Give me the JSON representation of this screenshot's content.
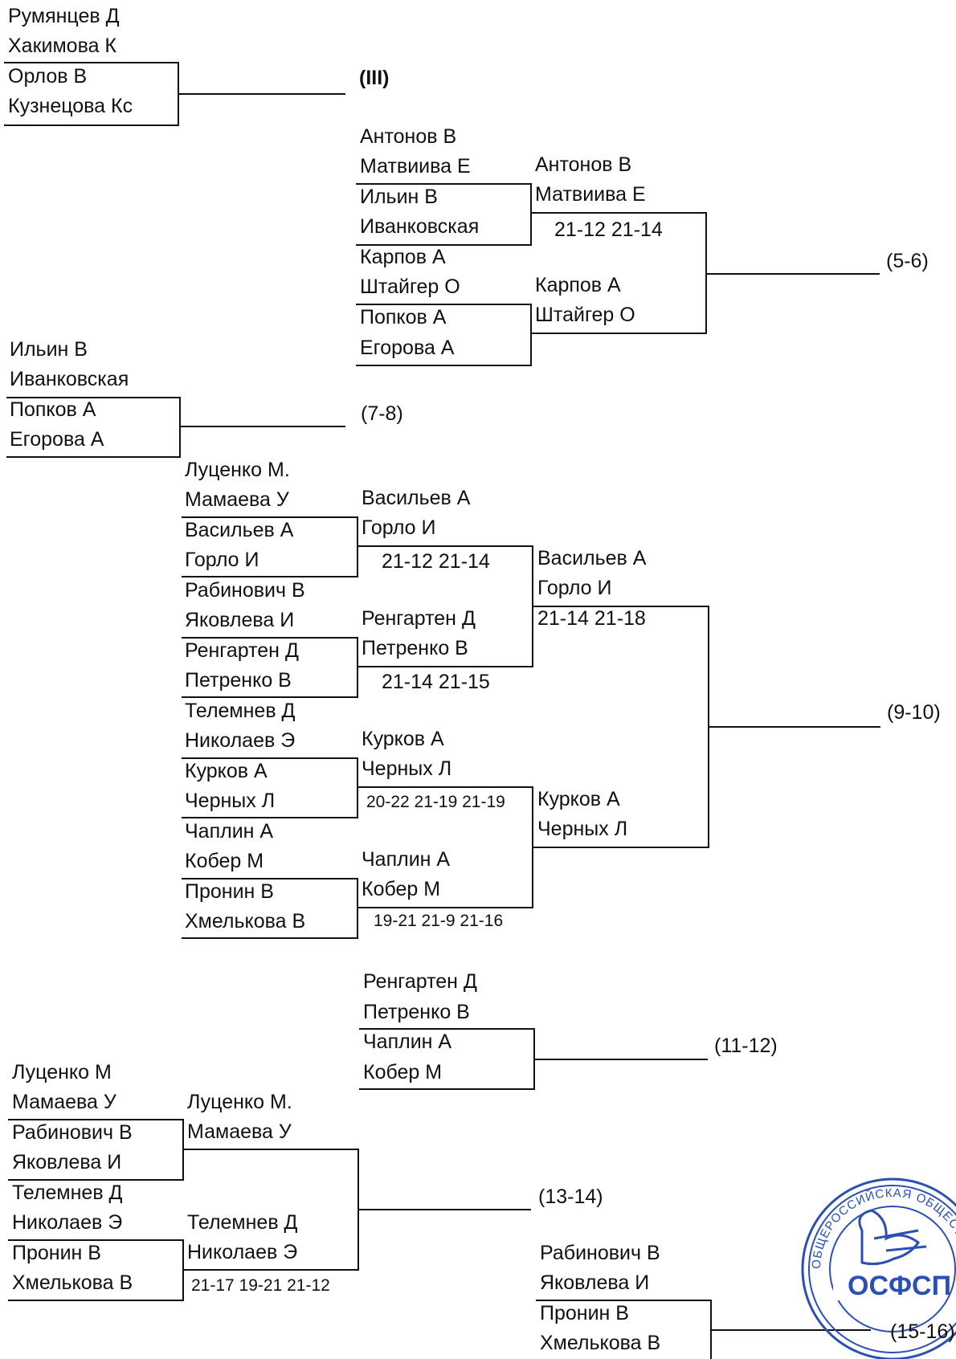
{
  "sec1": {
    "p1": [
      "Румянцев Д",
      "Хакимова К"
    ],
    "p2": [
      "Орлов В",
      "Кузнецова Кс"
    ],
    "result": "(III)"
  },
  "sec2": {
    "e1": [
      "Антонов В",
      "Матвиива Е"
    ],
    "e2": [
      "Ильин В",
      "Иванковская"
    ],
    "e3": [
      "Карпов А",
      "Штайгер О"
    ],
    "e4": [
      "Попков А",
      "Егорова А"
    ],
    "w1": [
      "Антонов В",
      "Матвиива Е"
    ],
    "w1_score": "21-12 21-14",
    "w2": [
      "Карпов А",
      "Штайгер О"
    ],
    "result": "(5-6)"
  },
  "sec3": {
    "p1": [
      "Ильин В",
      "Иванковская"
    ],
    "p2": [
      "Попков А",
      "Егорова А"
    ],
    "result": "(7-8)"
  },
  "sec4": {
    "e1": [
      "Луценко М.",
      "Мамаева У"
    ],
    "e2": [
      "Васильев А",
      "Горло И"
    ],
    "e3": [
      "Рабинович В",
      "Яковлева И"
    ],
    "e4": [
      "Ренгартен Д",
      "Петренко В"
    ],
    "e5": [
      "Телемнев Д",
      "Николаев Э"
    ],
    "e6": [
      "Курков А",
      "Черных Л"
    ],
    "e7": [
      "Чаплин А",
      "Кобер М"
    ],
    "e8": [
      "Пронин В",
      "Хмелькова В"
    ],
    "r2_1": [
      "Васильев А",
      "Горло И"
    ],
    "r2_1_score": "21-12 21-14",
    "r2_2": [
      "Ренгартен Д",
      "Петренко В"
    ],
    "r2_2_score": "21-14 21-15",
    "r2_3": [
      "Курков А",
      "Черных Л"
    ],
    "r2_3_score": "20-22 21-19 21-19",
    "r2_4": [
      "Чаплин А",
      "Кобер М"
    ],
    "r2_4_score": "19-21 21-9 21-16",
    "r3_1": [
      "Васильев А",
      "Горло И"
    ],
    "r3_1_score": "21-14 21-18",
    "r3_2": [
      "Курков А",
      "Черных Л"
    ],
    "result": "(9-10)"
  },
  "sec5": {
    "p1": [
      "Ренгартен Д",
      "Петренко В"
    ],
    "p2": [
      "Чаплин А",
      "Кобер М"
    ],
    "result": "(11-12)"
  },
  "sec6": {
    "e1": [
      "Луценко М",
      "Мамаева У"
    ],
    "e2": [
      "Рабинович В",
      "Яковлева И"
    ],
    "e3": [
      "Телемнев Д",
      "Николаев Э"
    ],
    "e4": [
      "Пронин В",
      "Хмелькова В"
    ],
    "w1": [
      "Луценко М.",
      "Мамаева У"
    ],
    "w2": [
      "Телемнев Д",
      "Николаев Э"
    ],
    "w2_score": "21-17 19-21 21-12",
    "result": "(13-14)"
  },
  "sec7": {
    "p1": [
      "Рабинович В",
      "Яковлева И"
    ],
    "p2": [
      "Пронин В",
      "Хмелькова В"
    ],
    "result": "(15-16)"
  },
  "stamp": {
    "text_top": "ОБЩЕРОССИЙСКАЯ ОБЩЕСТВЕННАЯ СПОРТИВНАЯ",
    "logo": "ОСФСП",
    "color": "#2a4fb5"
  }
}
